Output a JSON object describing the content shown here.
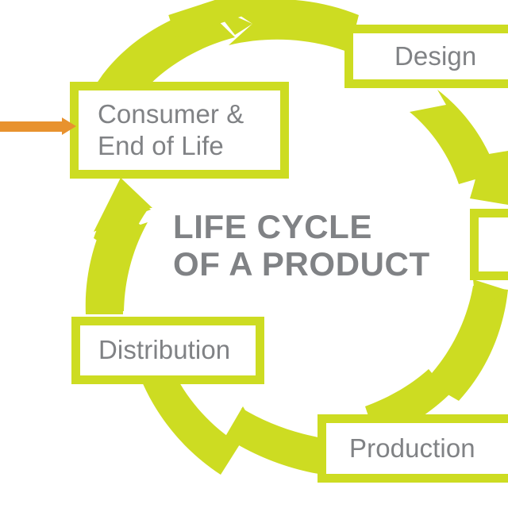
{
  "diagram": {
    "title": "LIFE CYCLE\nOF A PRODUCT",
    "kind": "circular-process-cycle",
    "direction": "counter-clockwise",
    "colors": {
      "arrow_green": "#cddc22",
      "text_gray": "#808285",
      "entry_arrow_orange": "#e8922e",
      "box_fill": "#ffffff",
      "background": "#ffffff"
    },
    "stages": [
      {
        "id": "consumer",
        "label": "Consumer &\nEnd of Life",
        "position": "upper-left"
      },
      {
        "id": "design",
        "label": "Design",
        "position": "top-right"
      },
      {
        "id": "right-cut",
        "label": "",
        "position": "right-edge-clipped"
      },
      {
        "id": "production",
        "label": "Production",
        "position": "bottom-right"
      },
      {
        "id": "distribution",
        "label": "Distribution",
        "position": "lower-left"
      }
    ],
    "entry": {
      "name": "entry-arrow",
      "color": "#e8922e",
      "points_to": "consumer"
    }
  }
}
